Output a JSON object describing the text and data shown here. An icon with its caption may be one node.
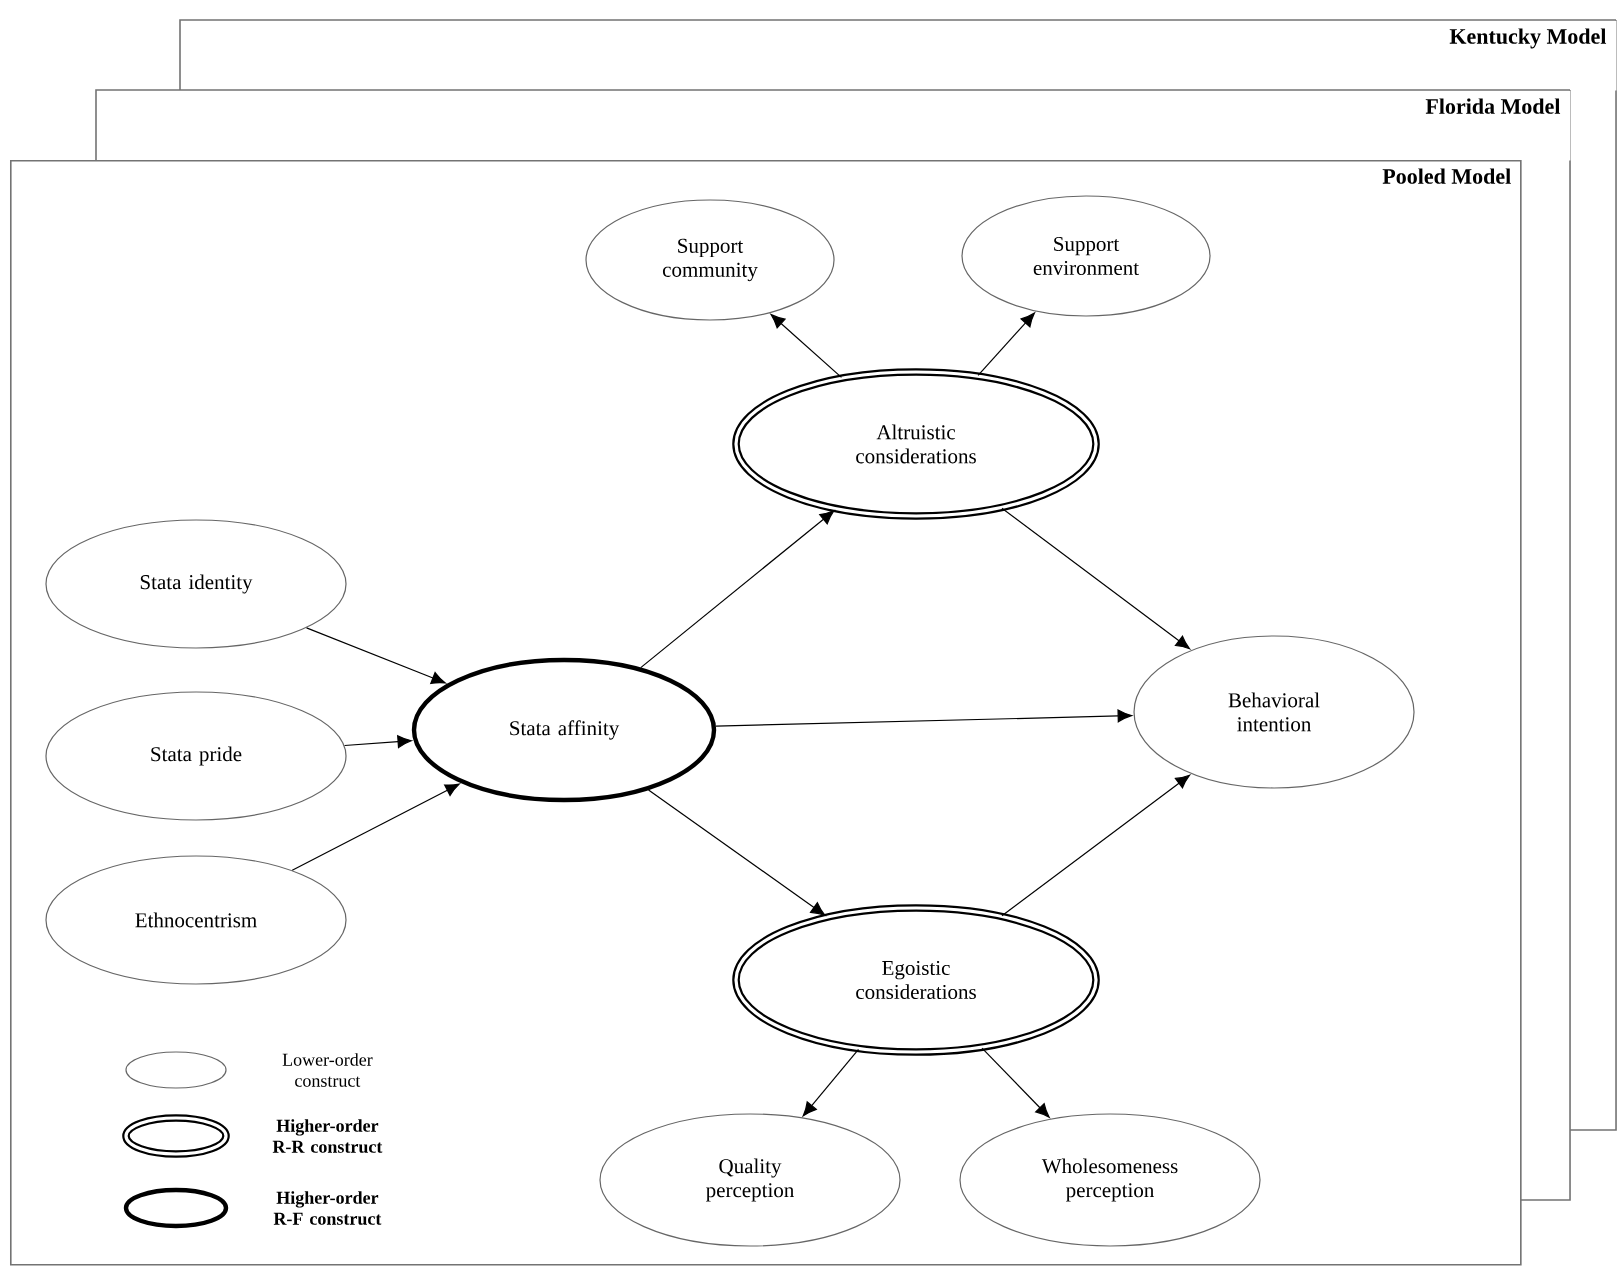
{
  "diagram": {
    "nodes": [
      {
        "text": [
          "Kentucky Model"
        ]
      },
      {
        "text": [
          "Florida Model"
        ]
      },
      {
        "text": [
          "Pooled Model"
        ]
      },
      {
        "text": [
          "Support community"
        ],
        "in": 2
      },
      {
        "text": [
          "Support environment"
        ],
        "in": 2
      },
      {
        "text": [
          "Altruistic considerations"
        ],
        "in": 2
      },
      {
        "text": [
          "Stata identity"
        ],
        "in": 2
      },
      {
        "text": [
          "Stata affinity"
        ],
        "in": 2
      },
      {
        "text": [
          "Behavioral intention"
        ],
        "in": 2
      },
      {
        "text": [
          "Stata pride"
        ],
        "in": 2
      },
      {
        "text": [
          "Ethnocentrism"
        ],
        "in": 2
      },
      {
        "text": [
          "Egoistic considerations"
        ],
        "in": 2
      },
      {
        "text": [
          "Quality perception"
        ],
        "in": 2
      },
      {
        "text": [
          "Wholesomeness perception"
        ],
        "in": 2
      }
    ],
    "edges": [
      {
        "from": 5,
        "to": 3,
        "arrow": "to"
      },
      {
        "from": 5,
        "to": 4,
        "arrow": "to"
      },
      {
        "from": 6,
        "to": 7,
        "arrow": "to"
      },
      {
        "from": 9,
        "to": 7,
        "arrow": "to"
      },
      {
        "from": 10,
        "to": 7,
        "arrow": "to"
      },
      {
        "from": 7,
        "to": 5,
        "arrow": "to"
      },
      {
        "from": 7,
        "to": 8,
        "arrow": "to"
      },
      {
        "from": 7,
        "to": 11,
        "arrow": "to"
      },
      {
        "from": 5,
        "to": 8,
        "arrow": "to"
      },
      {
        "from": 11,
        "to": 8,
        "arrow": "to"
      },
      {
        "from": 11,
        "to": 12,
        "arrow": "to"
      },
      {
        "from": 11,
        "to": 13,
        "arrow": "to"
      }
    ],
    "legend": [
      {
        "text": "Lower-order construct"
      },
      {
        "text": "Higher-order R-R construct"
      },
      {
        "text": "Higher-order R-F construct"
      }
    ]
  }
}
